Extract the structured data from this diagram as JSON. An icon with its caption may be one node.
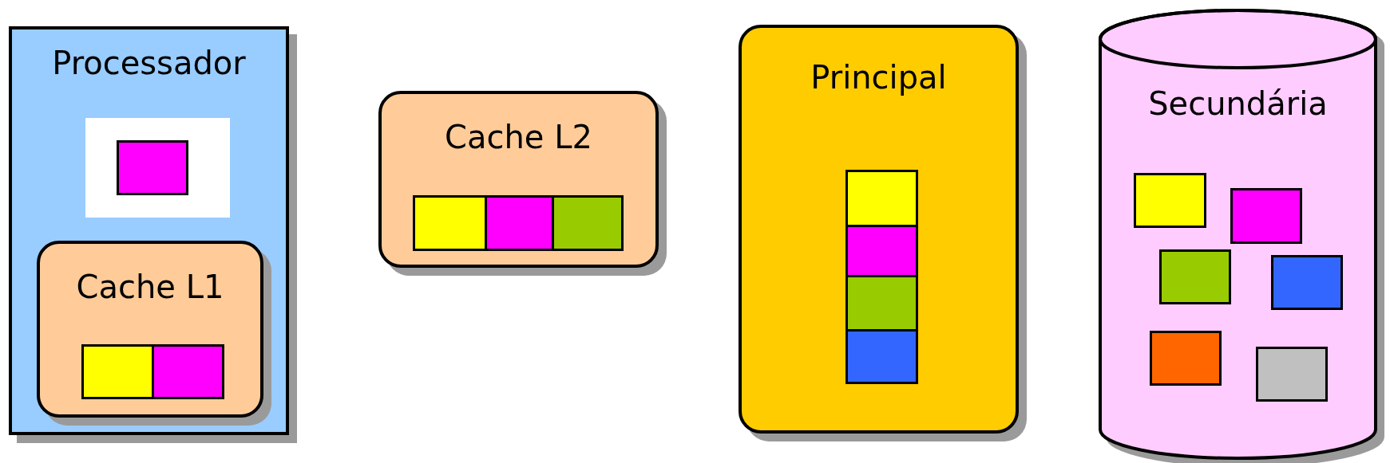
{
  "diagram": {
    "nodes": [
      {
        "text": [
          "Processador"
        ]
      },
      {
        "text": [],
        "shape": "box",
        "in": 0
      },
      {
        "text": [],
        "shape": "box",
        "in": 1
      },
      {
        "text": [
          "Cache L1"
        ],
        "in": 0
      },
      {
        "text": [],
        "shape": "box",
        "in": 3
      },
      {
        "text": [],
        "shape": "box",
        "in": 3
      },
      {
        "text": [
          "Cache L2"
        ]
      },
      {
        "text": [],
        "shape": "box",
        "in": 6
      },
      {
        "text": [],
        "shape": "box",
        "in": 6
      },
      {
        "text": [],
        "shape": "box",
        "in": 6
      },
      {
        "text": [
          "Principal"
        ]
      },
      {
        "text": [],
        "shape": "box",
        "in": 10
      },
      {
        "text": [],
        "shape": "box",
        "in": 10
      },
      {
        "text": [],
        "shape": "box",
        "in": 10
      },
      {
        "text": [],
        "shape": "box",
        "in": 10
      },
      {
        "text": [
          "Secundária"
        ]
      },
      {
        "text": [],
        "shape": "box",
        "in": 15
      },
      {
        "text": [],
        "shape": "box",
        "in": 15
      },
      {
        "text": [],
        "shape": "box",
        "in": 15
      },
      {
        "text": [],
        "shape": "box",
        "in": 15
      },
      {
        "text": [],
        "shape": "box",
        "in": 15
      },
      {
        "text": [],
        "shape": "box",
        "in": 15
      }
    ],
    "edges": []
  }
}
